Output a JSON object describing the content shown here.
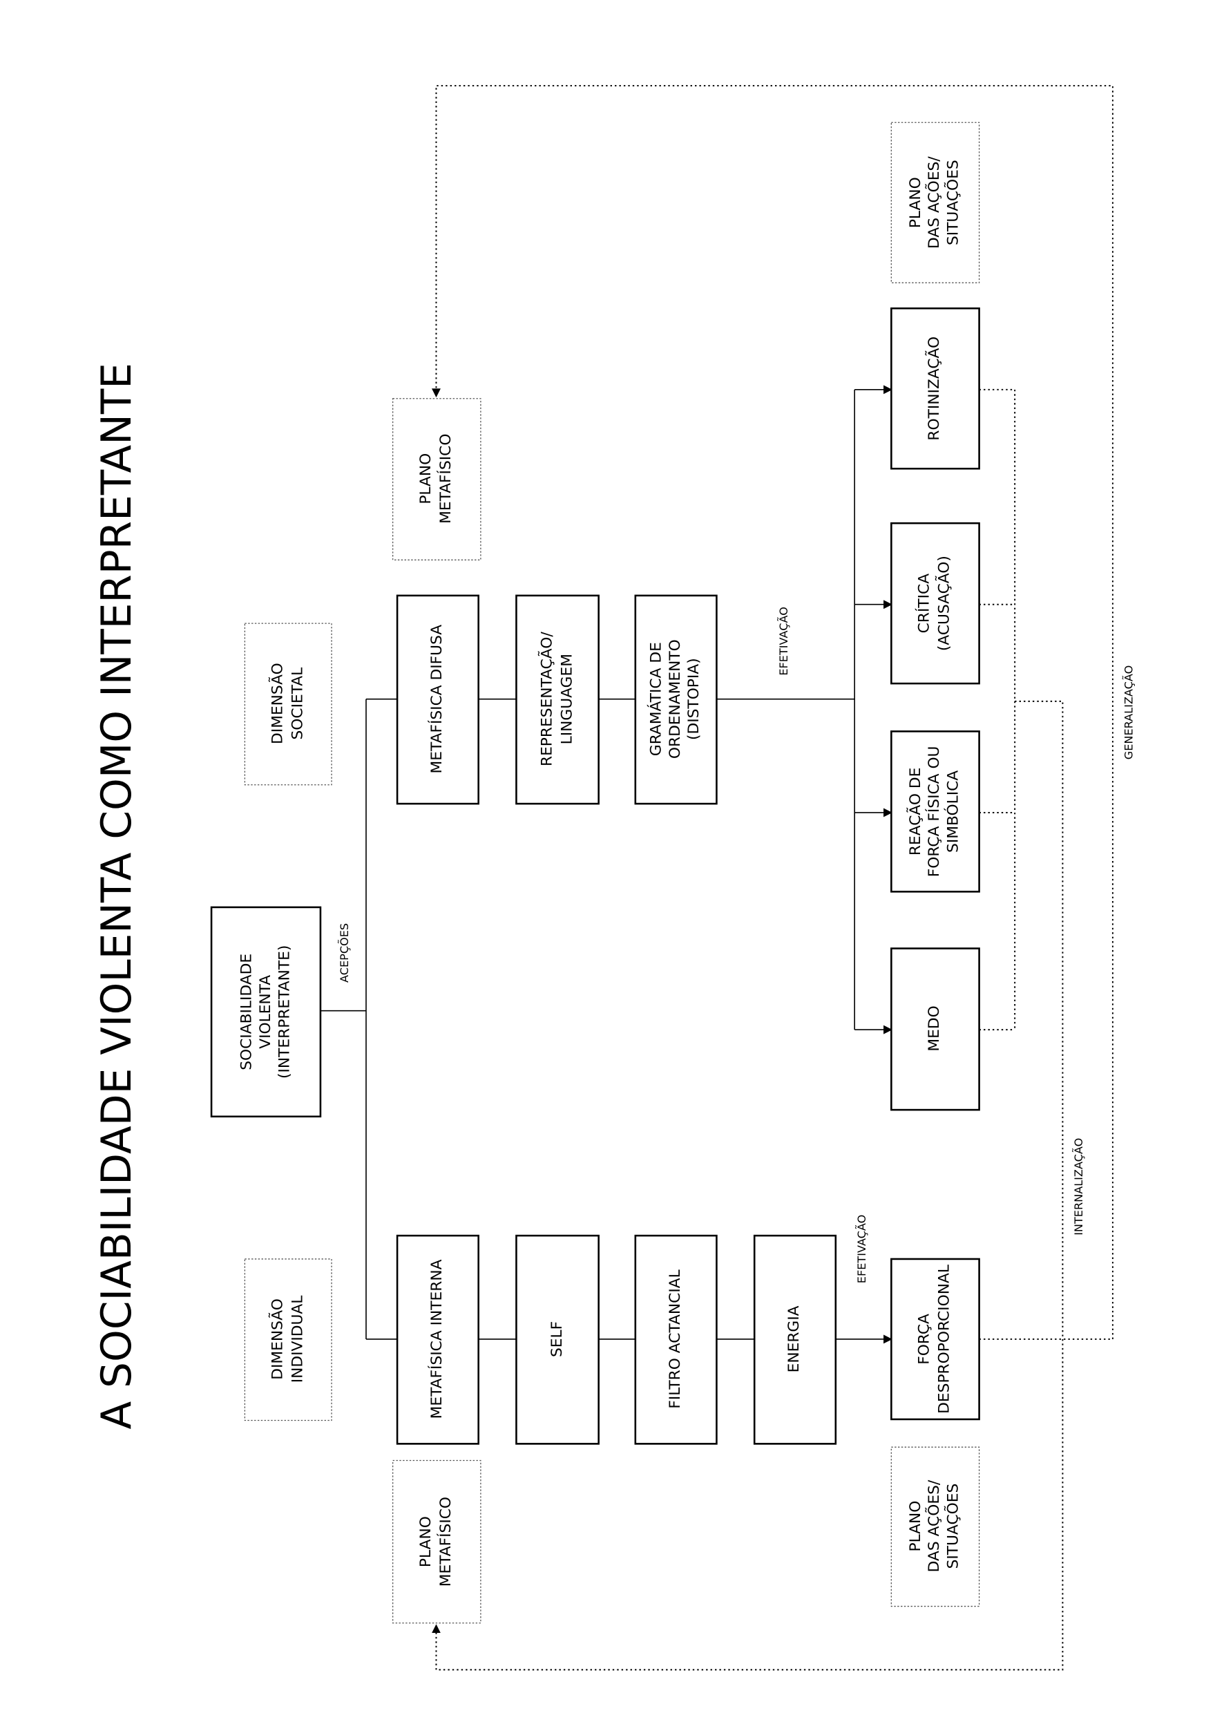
{
  "title": "A SOCIABILIDADE VIOLENTA COMO INTERPRETANTE",
  "boxes": {
    "sociabilidade": [
      "SOCIABILIDADE",
      "VIOLENTA",
      "(INTERPRETANTE)"
    ],
    "dimensao_societal": [
      "DIMENSÃO",
      "SOCIETAL"
    ],
    "dimensao_individual": [
      "DIMENSÃO",
      "INDIVIDUAL"
    ],
    "plano_metafisico_top": [
      "PLANO",
      "METAFÍSICO"
    ],
    "plano_metafisico_bottom": [
      "PLANO",
      "METAFÍSICO"
    ],
    "metafisica_difusa": [
      "METAFÍSICA DIFUSA"
    ],
    "representacao": [
      "REPRESENTAÇÃO/",
      "LINGUAGEM"
    ],
    "gramatica": [
      "GRAMÁTICA DE",
      "ORDENAMENTO",
      "(DISTOPIA)"
    ],
    "metafisica_interna": [
      "METAFÍSICA INTERNA"
    ],
    "self": [
      "SELF"
    ],
    "filtro": [
      "FILTRO ACTANCIAL"
    ],
    "energia": [
      "ENERGIA"
    ],
    "rotinizacao": [
      "ROTINIZAÇÃO"
    ],
    "critica": [
      "CRÍTICA",
      "(ACUSAÇÃO)"
    ],
    "reacao": [
      "REAÇÃO DE",
      "FORÇA FÍSICA OU",
      "SIMBÓLICA"
    ],
    "medo": [
      "MEDO"
    ],
    "forca": [
      "FORÇA",
      "DESPROPORCIONAL"
    ],
    "plano_acoes_top": [
      "PLANO",
      "DAS AÇÕES/",
      "SITUAÇÕES"
    ],
    "plano_acoes_bottom": [
      "PLANO",
      "DAS AÇÕES/",
      "SITUAÇÕES"
    ]
  },
  "labels": {
    "acepcoes": "ACEPÇÕES",
    "efetivacao_top": "EFETIVAÇÃO",
    "efetivacao_bottom": "EFETIVAÇÃO",
    "generalizacao": "GENERALIZAÇÃO",
    "internalizacao": "INTERNALIZAÇÃO"
  }
}
